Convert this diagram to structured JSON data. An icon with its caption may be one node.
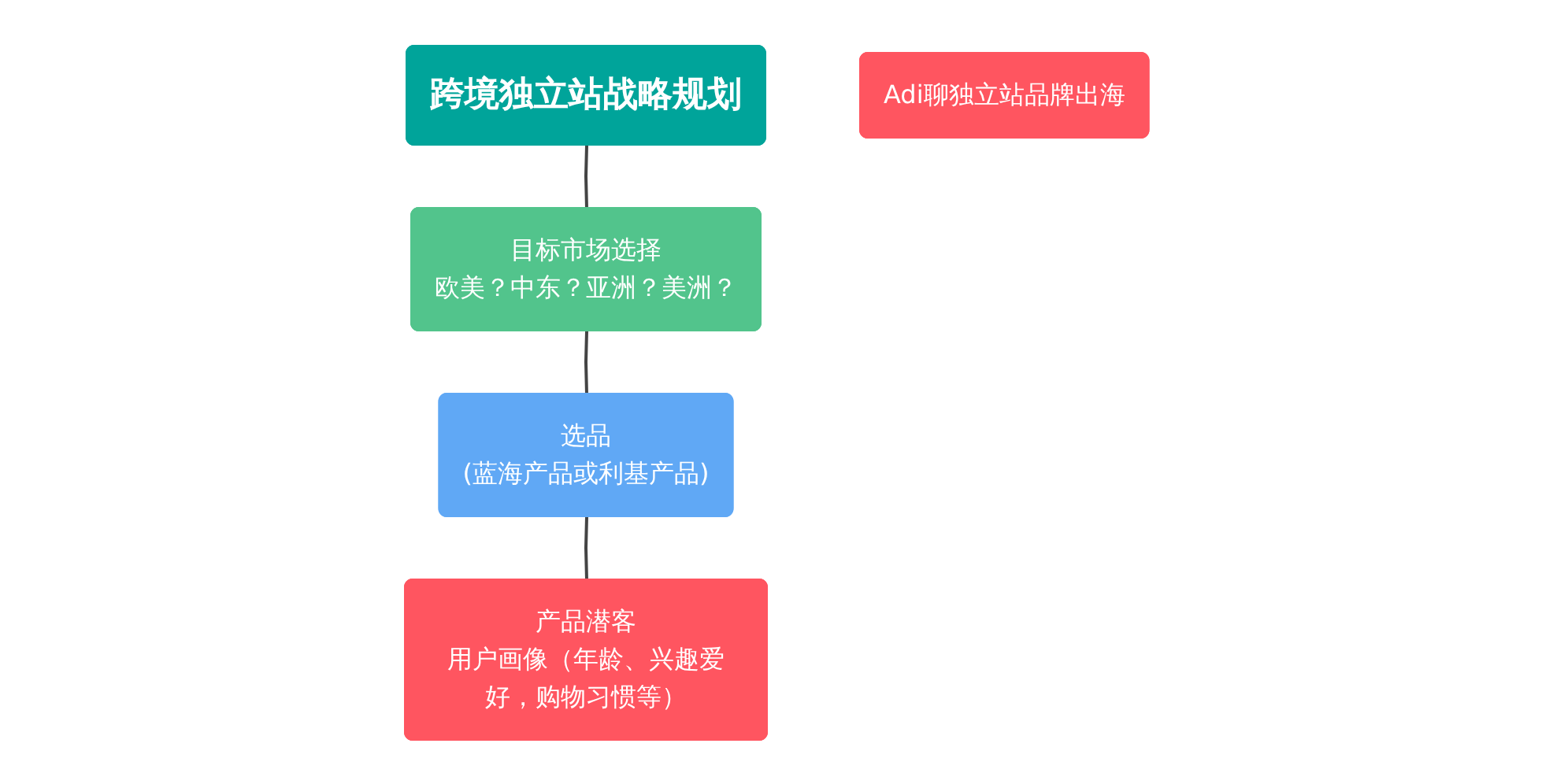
{
  "diagram": {
    "nodes": [
      {
        "text": [
          "跨境独立站战略规划"
        ]
      },
      {
        "text": [
          "目标市场选择",
          "欧美？中东？亚洲？美洲？"
        ]
      },
      {
        "text": [
          "选品",
          "(蓝海产品或利基产品)"
        ]
      },
      {
        "text": [
          "产品潜客",
          "用户画像（年龄、兴趣爱好，购物习惯等）"
        ]
      },
      {
        "text": [
          "Adi聊独立站品牌出海"
        ]
      }
    ],
    "edges": [
      {
        "from": 0,
        "to": 1,
        "arrow": "none"
      },
      {
        "from": 1,
        "to": 2,
        "arrow": "none"
      },
      {
        "from": 2,
        "to": 3,
        "arrow": "none"
      }
    ]
  }
}
